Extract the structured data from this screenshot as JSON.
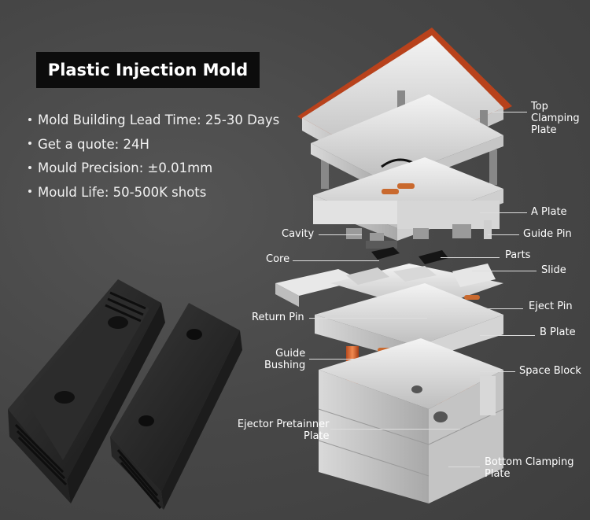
{
  "title": "Plastic Injection Mold",
  "bullets": [
    "Mold Building Lead Time: 25-30 Days",
    "Get a quote: 24H",
    "Mould Precision: ±0.01mm",
    "Mould Life: 50-500K shots"
  ],
  "labels": {
    "top_clamping": [
      "Top",
      "Clamping",
      "Plate"
    ],
    "a_plate": "A Plate",
    "guide_pin": "Guide Pin",
    "cavity": "Cavity",
    "core": "Core",
    "parts": "Parts",
    "slide": "Slide",
    "eject_pin": "Eject Pin",
    "return_pin": "Return Pin",
    "b_plate": "B Plate",
    "guide_bushing": [
      "Guide",
      "Bushing"
    ],
    "space_block": "Space Block",
    "ejector_plate": [
      "Ejector Pretainner",
      "Plate"
    ],
    "bottom_clamping": [
      "Bottom Clamping",
      "Plate"
    ]
  }
}
